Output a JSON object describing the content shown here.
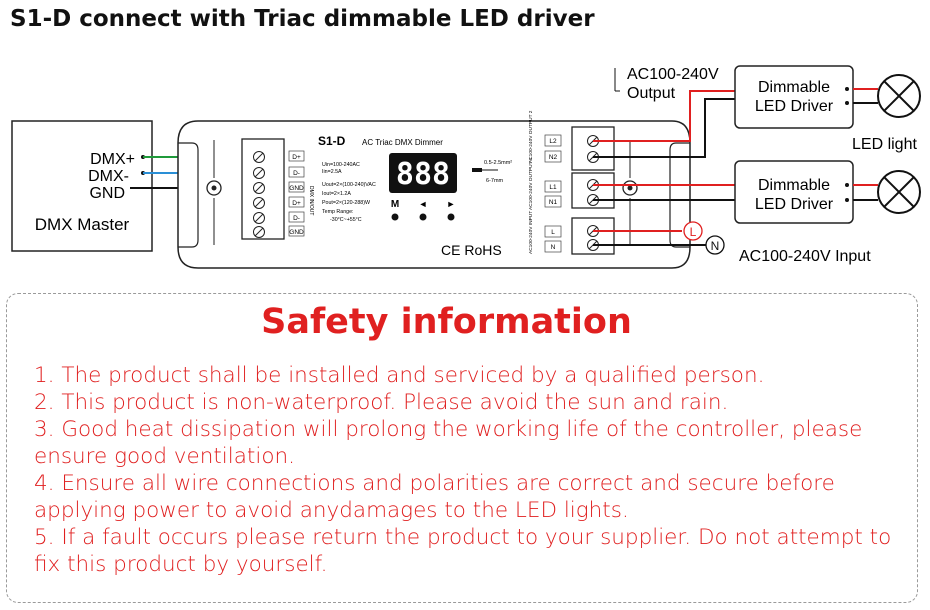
{
  "title": "S1-D connect with Triac dimmable LED driver",
  "dmx_master": {
    "name": "DMX Master",
    "pins": [
      "DMX+",
      "DMX-",
      "GND"
    ]
  },
  "device": {
    "model": "S1-D",
    "subtitle": "AC Triac DMX Dimmer",
    "specs_in": [
      "Uin=100-240AC",
      "Iin=2.5A"
    ],
    "specs_out": [
      "Uout=2×(100-240)VAC",
      "Iout=2×1.2A",
      "Pout=2×(120-288)W",
      "Temp Range:",
      "-30°C~+55°C"
    ],
    "display": "888",
    "buttons": [
      "M",
      "◄",
      "►"
    ],
    "dmx_terminal_labels": [
      "D+",
      "D-",
      "GND",
      "D+",
      "D-",
      "GND"
    ],
    "dmx_side_label": "DMX IN/OUT",
    "wire_gauge": [
      "0.5-2.5mm²",
      "6-7mm"
    ],
    "marks": "CE RoHS",
    "output2_label": "AC100-240V OUTPUT 2",
    "output1_label": "AC100-240V OUTPUT 1",
    "input_label": "AC100-240V INPUT",
    "output2_terms": [
      "L2",
      "N2"
    ],
    "output1_terms": [
      "L1",
      "N1"
    ],
    "input_terms": [
      "L",
      "N"
    ]
  },
  "labels": {
    "ac_output": [
      "AC100-240V",
      "Output"
    ],
    "driver": [
      "Dimmable",
      "LED Driver"
    ],
    "led_light": "LED light",
    "ac_input": "AC100-240V Input",
    "L": "L",
    "N": "N"
  },
  "colors": {
    "red_wire": "#e02020",
    "black_wire": "#111111",
    "green_wire": "#1f9a3a",
    "blue_wire": "#2a8fd6",
    "accent_text": "#e02020"
  },
  "safety": {
    "heading": "Safety  information",
    "items": [
      "1. The product shall be installed and serviced by a qualified person.",
      "2. This product is non-waterproof. Please avoid the sun and rain.",
      "3. Good heat dissipation will prolong the working life of the controller, please ensure good ventilation.",
      "4. Ensure all wire connections and polarities are correct and secure before applying power to avoid anydamages to the LED lights.",
      "5. If a fault occurs please return the product to your supplier. Do not attempt to fix this product by yourself."
    ]
  }
}
